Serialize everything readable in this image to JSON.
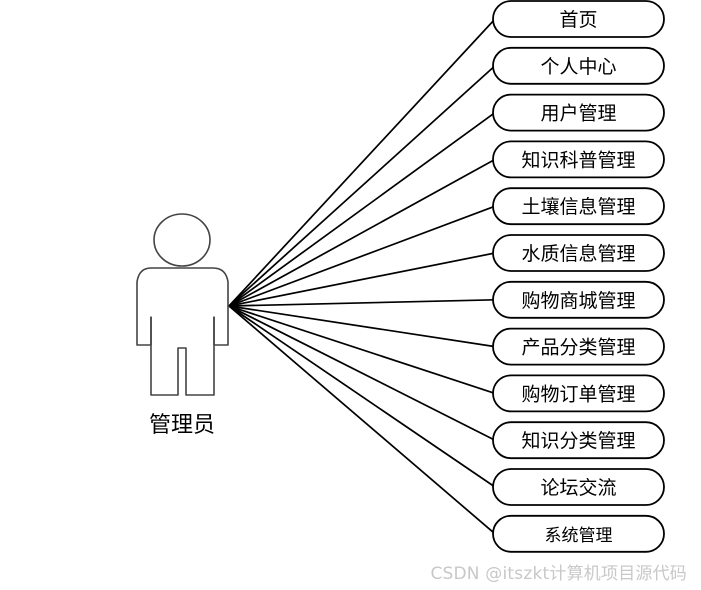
{
  "actor": {
    "label": "管理员"
  },
  "use_cases": [
    "首页",
    "个人中心",
    "用户管理",
    "知识科普管理",
    "土壤信息管理",
    "水质信息管理",
    "购物商城管理",
    "产品分类管理",
    "购物订单管理",
    "知识分类管理",
    "论坛交流",
    "系统管理"
  ],
  "watermark": "CSDN @itszkt计算机项目源代码"
}
